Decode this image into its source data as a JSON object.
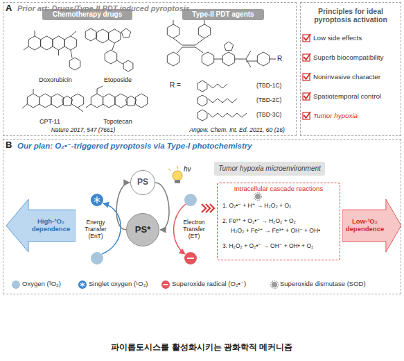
{
  "diagram": {
    "caption": "파이롭토시스를 활성화시키는 광화학적 메커니즘",
    "nodes": [
      {
        "text": [
          "A",
          "Prior art: Drugs/Type-II PDT induced pyroptosis"
        ]
      },
      {
        "text": [
          "Chemotherapy drugs"
        ],
        "in": 0
      },
      {
        "text": [
          "Type-II PDT agents"
        ],
        "in": 0
      },
      {
        "text": [
          "Principles for ideal pyroptosis activation"
        ]
      },
      {
        "text": [
          "B",
          "Our plan: O₂•⁻-triggered pyroptosis via Type-I photochemistry"
        ]
      },
      {
        "text": [
          "PS"
        ],
        "in": 4
      },
      {
        "text": [
          "PS*"
        ],
        "in": 4
      },
      {
        "text": [
          "Tumor hypoxia microenvironment"
        ],
        "in": 4
      },
      {
        "text": [
          "Intracellular cascade reactions",
          "1. O₂•⁻ + H⁺ → H₂O₂ + O₂",
          "2. Fe³⁺ + O₂•⁻ → H₂O₂ + O₂",
          "H₂O₂ + Fe²⁺ → Fe³⁺ + OH⁻ + OH•",
          "3. H₂O₂ + O₂•⁻ → OH⁻ + OH• + O₂"
        ],
        "in": 4
      },
      {
        "text": [
          "High-³O₂ dependence"
        ],
        "in": 4
      },
      {
        "text": [
          "Low-³O₂ dependence"
        ],
        "in": 4
      }
    ],
    "edges": [
      {
        "from": 5,
        "to": 6,
        "arrow": "to"
      },
      {
        "from": 6,
        "to": 5,
        "arrow": "to"
      }
    ],
    "labels": [
      "Doxorubicin",
      "Etoposide",
      "CPT-11",
      "Topotecan",
      "Nature 2017, 547 (7661)",
      "R =",
      "(TBD-1C)",
      "(TBD-2C)",
      "(TBD-3C)",
      "Angew. Chem. Int. Ed. 2021, 60 (16)",
      "Low side effects",
      "Superb biocompatibility",
      "Noninvasive character",
      "Spatiotemporal control",
      "Tumor hypoxia",
      "hν",
      "Energy Transfer (EnT)",
      "Electron Transfer (ET)",
      "R"
    ],
    "legend": [
      {
        "text": "Oxygen (³O₂)",
        "color": "#a8c5dc"
      },
      {
        "text": "Singlet oxygen (¹O₂)",
        "color": "#3b86cf"
      },
      {
        "text": "Superoxide radical (O₂•⁻)",
        "color": "#e5545c"
      },
      {
        "text": "Superoxide dismutase (SOD)"
      }
    ]
  }
}
